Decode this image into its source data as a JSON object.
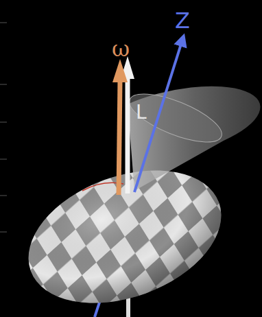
{
  "diagram": {
    "labels": [
      "ω",
      "L",
      "Z"
    ]
  }
}
